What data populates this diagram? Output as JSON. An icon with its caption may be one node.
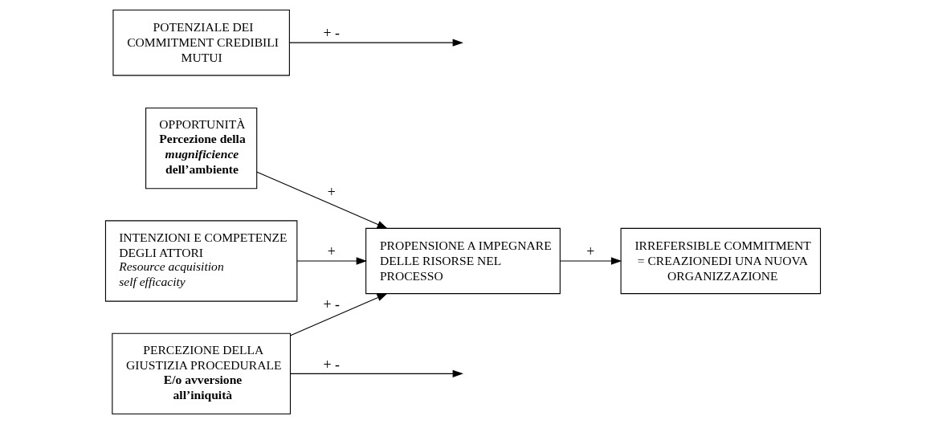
{
  "diagram": {
    "nodes": [
      {
        "text": [
          "OPPORTUNITÀ",
          "Percezione della *mugnificience* dell’ambiente"
        ]
      },
      {
        "text": [
          "INTENZIONI E COMPETENZE DEGLI ATTORI",
          "Resource acquisition self efficacity"
        ]
      },
      {
        "text": [
          "PROPENSIONE A IMPEGNARE DELLE RISORSE NEL PROCESSO"
        ]
      },
      {
        "text": [
          "IRREFERSIBLE COMMITMENT = CREAZIONEDI UNA NUOVA ORGANIZZAZIONE"
        ]
      },
      {
        "text": [
          "PERCEZIONE DELLA GIUSTIZIA PROCEDURALE",
          "E/o avversione all’iniquità"
        ]
      },
      {
        "text": [
          "POTENZIALE DEI COMMITMENT CREDIBILI MUTUI"
        ]
      }
    ],
    "edges": [
      {
        "from": 0,
        "to": 2,
        "arrow": "to",
        "label": "+"
      },
      {
        "from": 1,
        "to": 2,
        "arrow": "to",
        "label": "+"
      },
      {
        "from": 4,
        "to": null,
        "arrow": "to",
        "label": "+ -"
      },
      {
        "from": 4,
        "to": 2,
        "arrow": "to",
        "label": "+ -"
      },
      {
        "from": 2,
        "to": 3,
        "arrow": "to",
        "label": "+"
      },
      {
        "from": 5,
        "to": null,
        "arrow": "to",
        "label": "+ -"
      }
    ]
  }
}
